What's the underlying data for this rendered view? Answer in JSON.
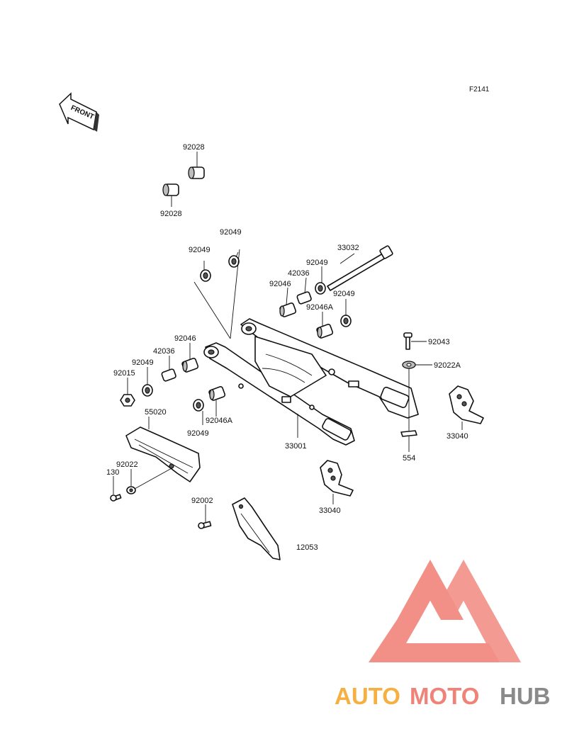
{
  "diagram_code": "F2141",
  "front_label": "FRONT",
  "parts": [
    {
      "id": "p1",
      "number": "92028"
    },
    {
      "id": "p2",
      "number": "92028"
    },
    {
      "id": "p3",
      "number": "92049"
    },
    {
      "id": "p4",
      "number": "92049"
    },
    {
      "id": "p5",
      "number": "33032"
    },
    {
      "id": "p6",
      "number": "92049"
    },
    {
      "id": "p7",
      "number": "42036"
    },
    {
      "id": "p8",
      "number": "92046"
    },
    {
      "id": "p9",
      "number": "92046A"
    },
    {
      "id": "p10",
      "number": "92049"
    },
    {
      "id": "p11",
      "number": "92046"
    },
    {
      "id": "p12",
      "number": "42036"
    },
    {
      "id": "p13",
      "number": "92049"
    },
    {
      "id": "p14",
      "number": "92015"
    },
    {
      "id": "p15",
      "number": "92043"
    },
    {
      "id": "p16",
      "number": "92022A"
    },
    {
      "id": "p17",
      "number": "55020"
    },
    {
      "id": "p18",
      "number": "92046A"
    },
    {
      "id": "p19",
      "number": "92049"
    },
    {
      "id": "p20",
      "number": "33001"
    },
    {
      "id": "p21",
      "number": "33040"
    },
    {
      "id": "p22",
      "number": "554"
    },
    {
      "id": "p23",
      "number": "92022"
    },
    {
      "id": "p24",
      "number": "130"
    },
    {
      "id": "p25",
      "number": "33040"
    },
    {
      "id": "p26",
      "number": "92002"
    },
    {
      "id": "p27",
      "number": "12053"
    }
  ],
  "watermark": {
    "text_part1": "AUTO",
    "text_part2": "MOTO",
    "text_part3": "HUB",
    "color_part1": "#f6b042",
    "color_part2": "#f08378",
    "color_part3": "#8a8a8a",
    "logo_color": "#f28b82"
  }
}
